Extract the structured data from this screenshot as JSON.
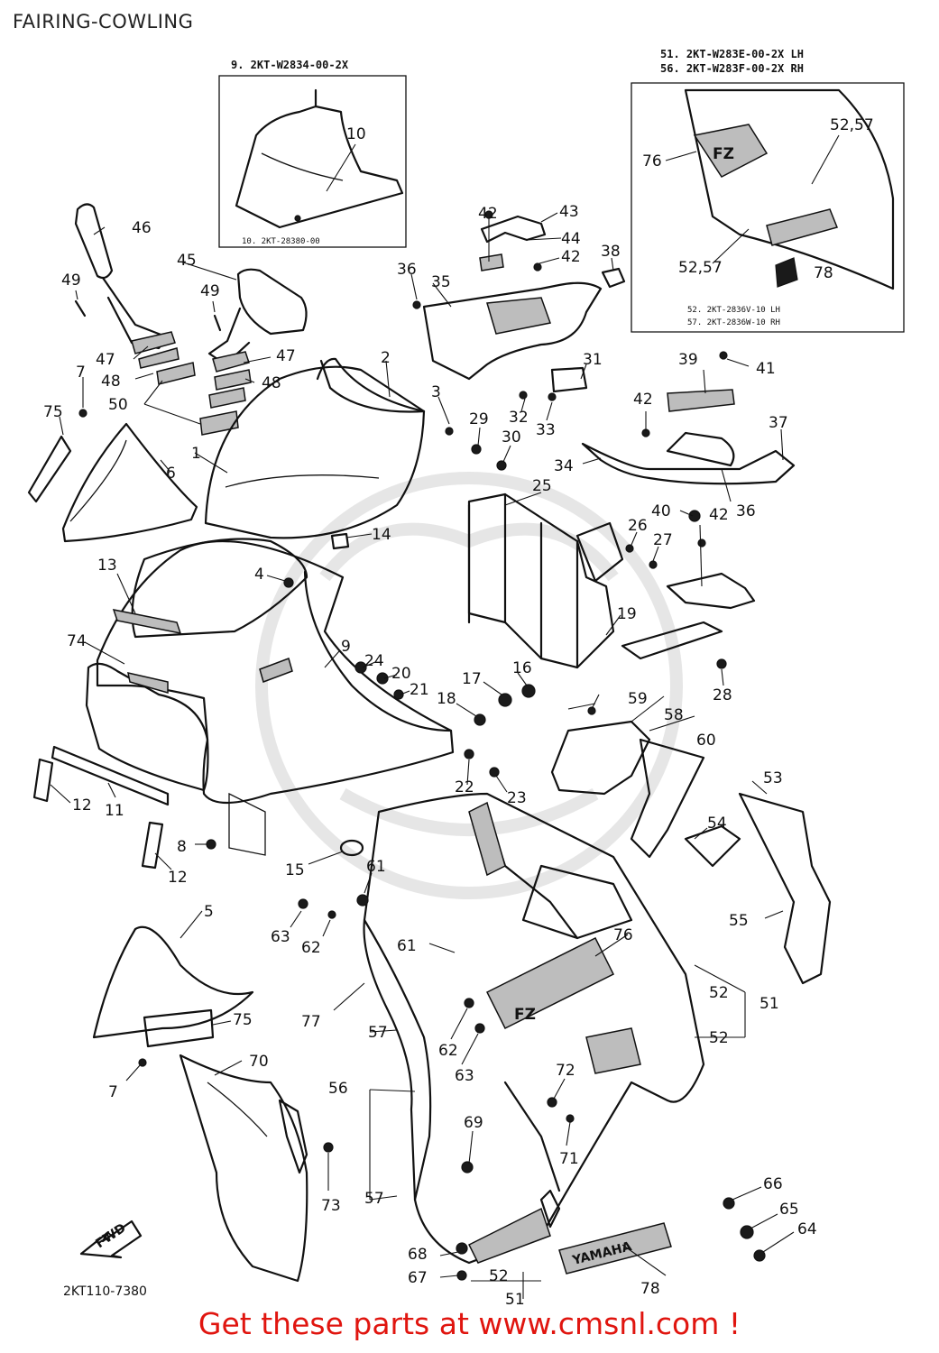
{
  "title": "FAIRING-COWLING",
  "footer": "Get these parts at www.cmsnl.com !",
  "diagram_code": "2KT110-7380",
  "inset_screen": {
    "header": "9. 2KT-W2834-00-2X",
    "sub_note": "10. 2KT-28380-00"
  },
  "inset_side": {
    "header_line1": "51. 2KT-W283E-00-2X LH",
    "header_line2": "56. 2KT-W283F-00-2X RH",
    "note_line1": "52. 2KT-2836V-10 LH",
    "note_line2": "57. 2KT-2836W-10 RH",
    "labels": {
      "l76": "76",
      "l52": "52,57",
      "l52b": "52,57",
      "l78": "78"
    }
  },
  "labels": {
    "l1": "1",
    "l2": "2",
    "l3": "3",
    "l4": "4",
    "l5": "5",
    "l6": "6",
    "l7a": "7",
    "l7b": "7",
    "l8": "8",
    "l9": "9",
    "l10": "10",
    "l11": "11",
    "l12a": "12",
    "l12b": "12",
    "l13": "13",
    "l14": "14",
    "l15": "15",
    "l16": "16",
    "l17": "17",
    "l18": "18",
    "l19": "19",
    "l20": "20",
    "l21": "21",
    "l22": "22",
    "l23": "23",
    "l24": "24",
    "l25": "25",
    "l26": "26",
    "l27": "27",
    "l28": "28",
    "l29": "29",
    "l30": "30",
    "l31": "31",
    "l32": "32",
    "l33": "33",
    "l34": "34",
    "l35": "35",
    "l36a": "36",
    "l36b": "36",
    "l37": "37",
    "l38": "38",
    "l39": "39",
    "l40": "40",
    "l41": "41",
    "l42a": "42",
    "l42b": "42",
    "l42c": "42",
    "l42d": "42",
    "l43": "43",
    "l44": "44",
    "l45": "45",
    "l46": "46",
    "l47a": "47",
    "l47b": "47",
    "l48a": "48",
    "l48b": "48",
    "l49a": "49",
    "l49b": "49",
    "l50": "50",
    "l51a": "51",
    "l51b": "51",
    "l52a": "52",
    "l52b": "52",
    "l52c": "52",
    "l53": "53",
    "l54": "54",
    "l55": "55",
    "l56": "56",
    "l57a": "57",
    "l57b": "57",
    "l58": "58",
    "l59": "59",
    "l60": "60",
    "l61a": "61",
    "l61b": "61",
    "l62a": "62",
    "l62b": "62",
    "l63a": "63",
    "l63b": "63",
    "l64": "64",
    "l65": "65",
    "l66": "66",
    "l67": "67",
    "l68": "68",
    "l69": "69",
    "l70": "70",
    "l71": "71",
    "l72": "72",
    "l73": "73",
    "l74": "74",
    "l75a": "75",
    "l75b": "75",
    "l76": "76",
    "l77": "77",
    "l78": "78",
    "fwd": "FWD"
  }
}
